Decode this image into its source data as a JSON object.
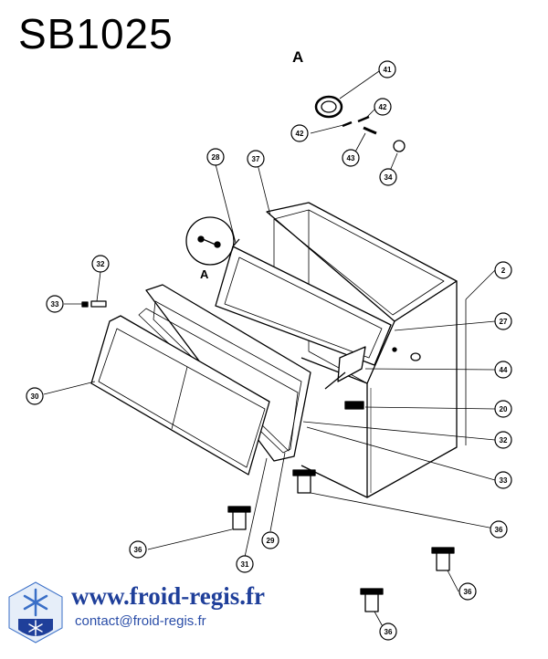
{
  "title": "SB1025",
  "view_labels": {
    "top": "A",
    "detail": "A"
  },
  "callouts": [
    {
      "id": "c41a",
      "label": "41"
    },
    {
      "id": "c42a",
      "label": "42"
    },
    {
      "id": "c42b",
      "label": "42"
    },
    {
      "id": "c43",
      "label": "43"
    },
    {
      "id": "c34",
      "label": "34"
    },
    {
      "id": "c28",
      "label": "28"
    },
    {
      "id": "c37",
      "label": "37"
    },
    {
      "id": "c32a",
      "label": "32"
    },
    {
      "id": "c33a",
      "label": "33"
    },
    {
      "id": "c2",
      "label": "2"
    },
    {
      "id": "c27",
      "label": "27"
    },
    {
      "id": "c44",
      "label": "44"
    },
    {
      "id": "c20",
      "label": "20"
    },
    {
      "id": "c30",
      "label": "30"
    },
    {
      "id": "c32b",
      "label": "32"
    },
    {
      "id": "c33b",
      "label": "33"
    },
    {
      "id": "c36a",
      "label": "36"
    },
    {
      "id": "c36b",
      "label": "36"
    },
    {
      "id": "c36c",
      "label": "36"
    },
    {
      "id": "c36d",
      "label": "36"
    },
    {
      "id": "c29",
      "label": "29"
    },
    {
      "id": "c31",
      "label": "31"
    }
  ],
  "footer": {
    "website": "www.froid-regis.fr",
    "email": "contact@froid-regis.fr"
  },
  "colors": {
    "brand_blue": "#1f3f9a",
    "link_blue": "#2b4ea8",
    "logo_blue": "#3a6fc7"
  }
}
